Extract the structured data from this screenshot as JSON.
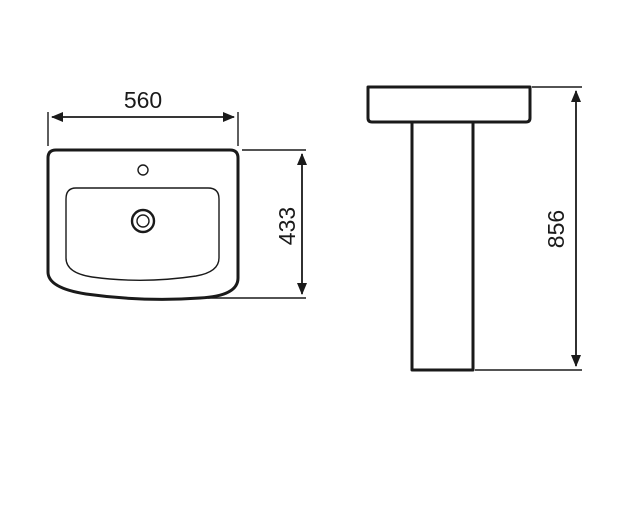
{
  "dimensions": {
    "width": "560",
    "depth": "433",
    "height": "856"
  },
  "colors": {
    "line": "#1a1a1a",
    "background": "#ffffff"
  }
}
